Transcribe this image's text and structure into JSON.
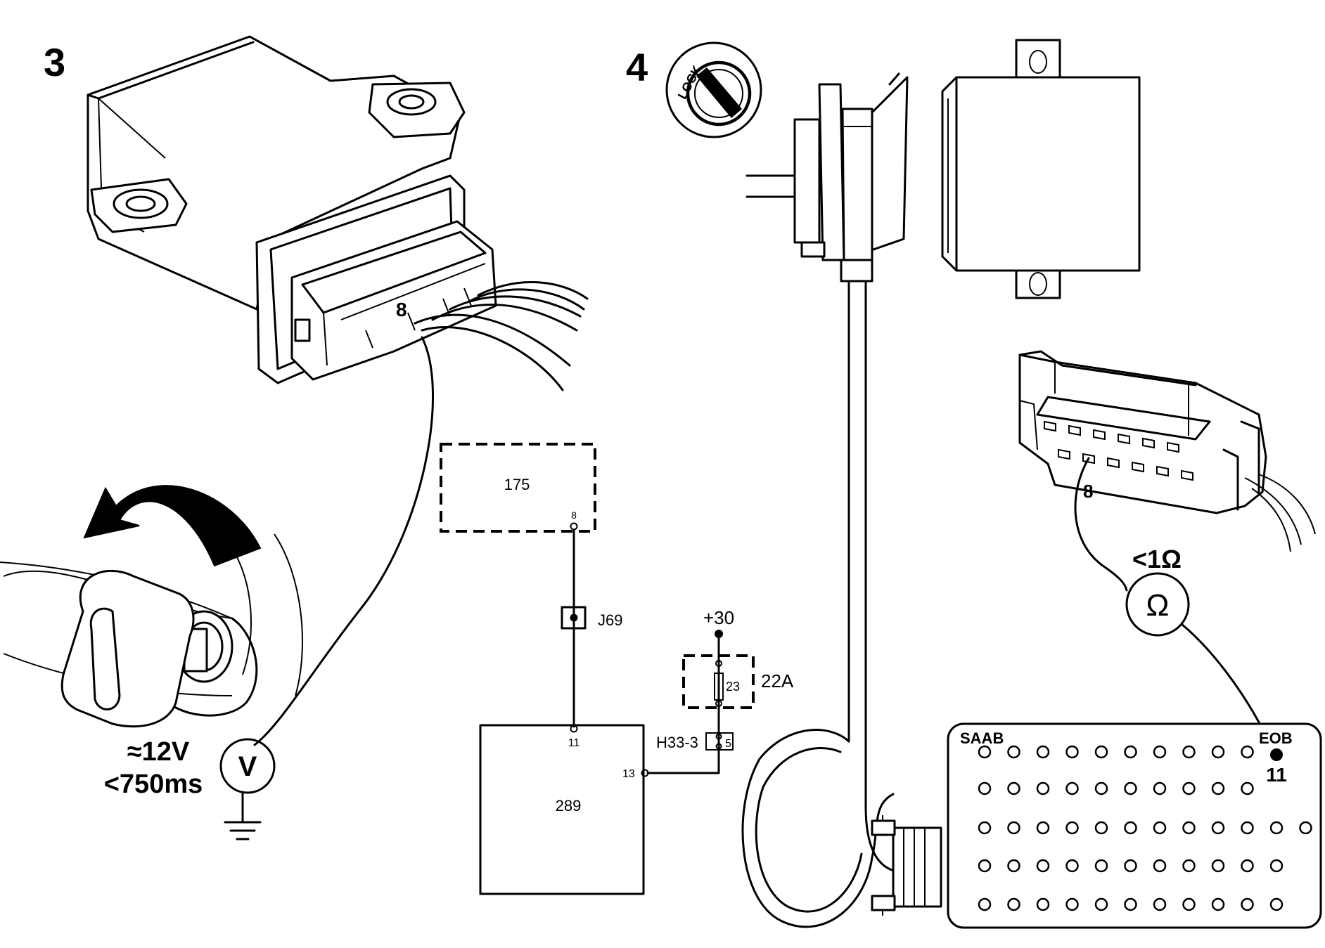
{
  "steps": {
    "step3": "3",
    "step4": "4"
  },
  "left": {
    "connector_pin": "8",
    "meter_voltage": "V",
    "reading_voltage": "≈12V",
    "reading_time": "<750ms"
  },
  "ignition": {
    "lock_label": "LOCK"
  },
  "circuit": {
    "unit_175": "175",
    "unit_175_pin": "8",
    "splice": "J69",
    "supply": "+30",
    "fuse_box": "22A",
    "fuse_number": "23",
    "connector": "H33-3",
    "connector_pin": "5",
    "unit_289": "289",
    "unit_289_pin_top": "11",
    "unit_289_pin_side": "13"
  },
  "right": {
    "connector_pin": "8",
    "reading_resistance": "<1Ω",
    "meter_ohm": "Ω",
    "box_brand": "SAAB",
    "box_label": "EOB",
    "box_pin": "11"
  },
  "icons": [
    "ground-icon",
    "rotate-arrow-icon",
    "ignition-key-icon",
    "lock-icon"
  ]
}
